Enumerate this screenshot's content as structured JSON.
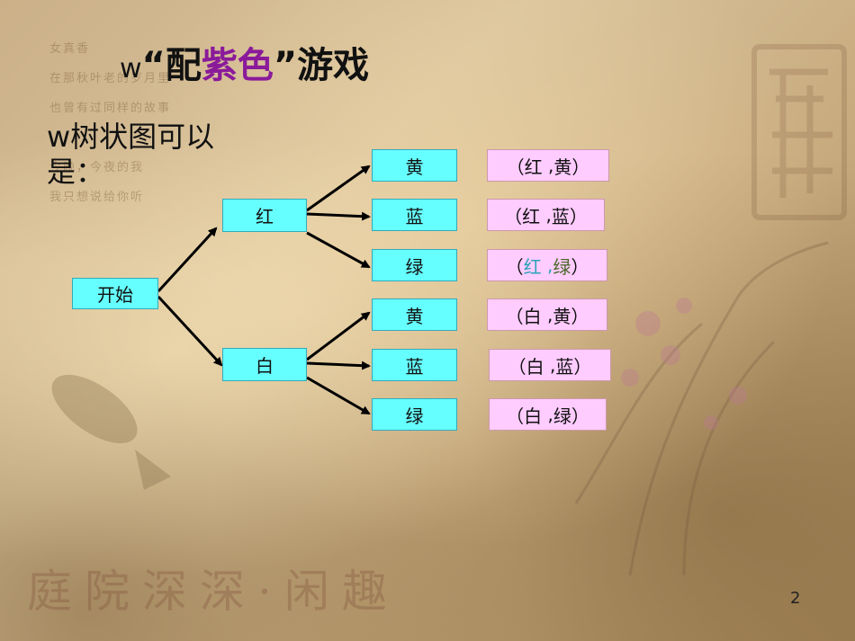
{
  "background": {
    "poem_lines": [
      "女真香",
      "在那秋叶老的岁月里",
      "也曾有过同样的故事",
      "",
      "今晚，今夜的我",
      "我只想说给你听"
    ],
    "seal_text": "庭院深深·闲趣"
  },
  "title": {
    "prefix": "w",
    "quote_open": "“",
    "part1": "配",
    "part2": "紫色",
    "quote_close": "”",
    "part3": "游戏"
  },
  "subtitle": "w树状图可以是：",
  "tree": {
    "root": "开始",
    "level1": [
      "红",
      "白"
    ],
    "level2": [
      "黄",
      "蓝",
      "绿",
      "黄",
      "蓝",
      "绿"
    ]
  },
  "results": [
    {
      "open": "（",
      "a": "红",
      "sep": " ,",
      "b": "黄",
      "close": "）"
    },
    {
      "open": "（",
      "a": "红",
      "sep": " ,",
      "b": "蓝",
      "close": "）"
    },
    {
      "open": "（",
      "a": "红",
      "sep": " ,",
      "b": "绿",
      "close": "）"
    },
    {
      "open": "（",
      "a": "白",
      "sep": " ,",
      "b": "黄",
      "close": "）"
    },
    {
      "open": "（",
      "a": "白",
      "sep": " ,",
      "b": "蓝",
      "close": "）"
    },
    {
      "open": "（",
      "a": "白",
      "sep": " ,",
      "b": "绿",
      "close": "）"
    }
  ],
  "page_number": "2",
  "colors": {
    "box_fill": "#66ffff",
    "pair_fill": "#ffccff",
    "title_accent": "#8a1a9a"
  }
}
